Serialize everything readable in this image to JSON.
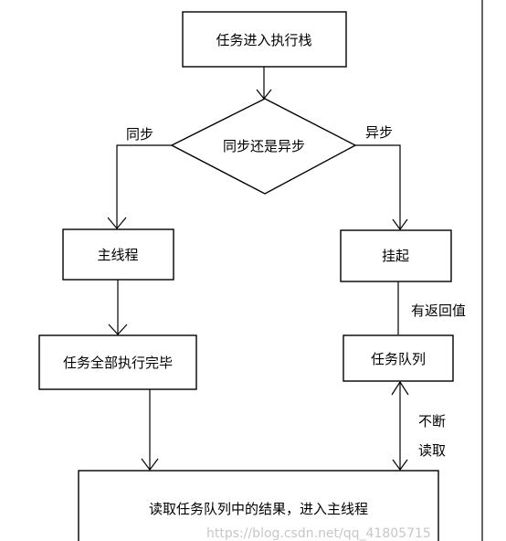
{
  "nodes": {
    "start": "任务进入执行栈",
    "decision": "同步还是异步",
    "main_thread": "主线程",
    "suspend": "挂起",
    "all_done": "任务全部执行完毕",
    "task_queue": "任务队列",
    "read_result": "读取任务队列中的结果，进入主线程"
  },
  "edges": {
    "sync": "同步",
    "async": "异步",
    "has_return": "有返回值",
    "keep_reading_1": "不断",
    "keep_reading_2": "读取"
  },
  "watermark": "https://blog.csdn.net/qq_41805715"
}
